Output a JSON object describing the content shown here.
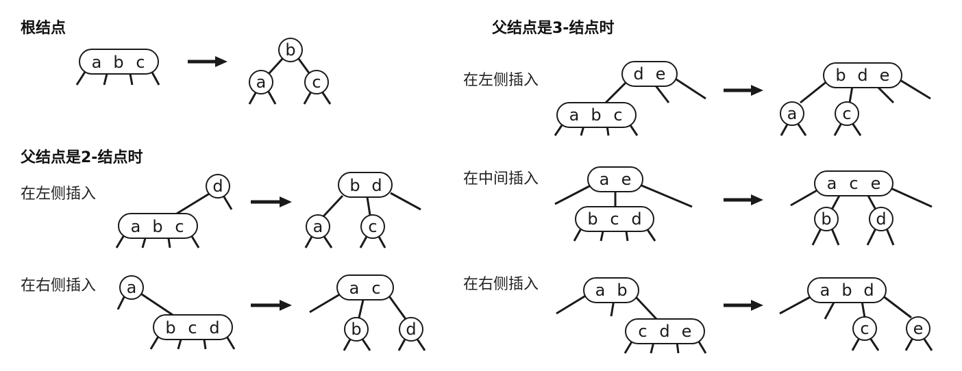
{
  "headings": {
    "root": "根结点",
    "parent2": "父结点是2-结点时",
    "parent3": "父结点是3-结点时"
  },
  "labels": {
    "left_insert": "在左侧插入",
    "right_insert": "在右侧插入",
    "middle_insert": "在中间插入"
  },
  "keys": [
    "a",
    "b",
    "c",
    "d",
    "e"
  ]
}
